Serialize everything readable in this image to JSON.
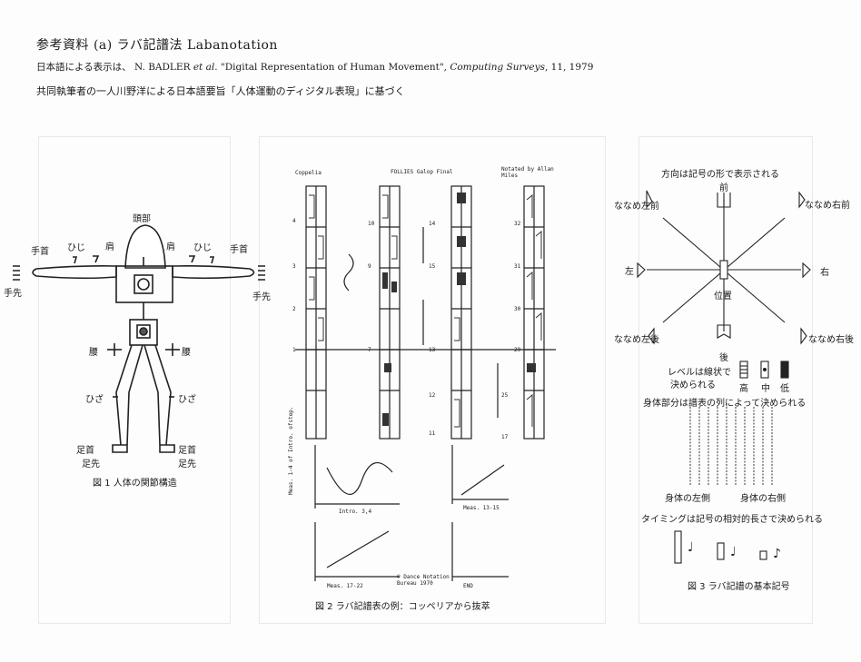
{
  "header": {
    "title": "参考資料 (a)  ラバ記譜法  Labanotation",
    "line2_prefix": "日本語による表示は、 N. BADLER ",
    "line2_etal": "et al.",
    "line2_mid": " \"Digital Representation of Human Movement\", ",
    "line2_journal": "Computing Surveys",
    "line2_suffix": ", 11, 1979",
    "line3": "共同執筆者の一人川野洋による日本語要旨「人体運動のディジタル表現」に基づく"
  },
  "figure1": {
    "caption": "図 1  人体の関節構造",
    "labels": {
      "head": "頭部",
      "wrist_l": "手首",
      "elbow_l": "ひじ",
      "shoulder_l": "肩",
      "shoulder_r": "肩",
      "elbow_r": "ひじ",
      "wrist_r": "手首",
      "hand_l": "手先",
      "hand_r": "手先",
      "hip_l": "腰",
      "hip_r": "腰",
      "knee_l": "ひざ",
      "knee_r": "ひざ",
      "ankle_l": "足首",
      "ankle_r": "足首",
      "foot_l": "足先",
      "foot_r": "足先"
    }
  },
  "figure2": {
    "caption": "図 2  ラバ記譜表の例：コッペリアから抜萃",
    "col_titles": [
      "Coppelia",
      "FOLLIES Galop Final",
      "Notated by Allan Miles"
    ],
    "meas_labels": [
      "Meas. 1-4 of Intro. ofstep.",
      "Intro. 3,4",
      "Meas. 13-15",
      "Meas. 17-22"
    ],
    "credit": "© Dance Notation Bureau 1970",
    "end": "END",
    "numbers": [
      "4",
      "3",
      "2",
      "1",
      "10",
      "9",
      "7",
      "14",
      "15",
      "13",
      "12",
      "11",
      "32",
      "31",
      "30",
      "29",
      "25",
      "17"
    ]
  },
  "figure3": {
    "caption": "図 3  ラバ記譜の基本記号",
    "direction_title": "方向は記号の形で表示される",
    "dir_front": "前",
    "dir_back": "後",
    "dir_left": "左",
    "dir_right": "右",
    "dir_center": "位置",
    "dir_fl": "ななめ左前",
    "dir_fr": "ななめ右前",
    "dir_bl": "ななめ左後",
    "dir_br": "ななめ右後",
    "level_text_1": "レベルは線状で",
    "level_text_2": "決められる",
    "level_high": "高",
    "level_mid": "中",
    "level_low": "低",
    "body_parts_text": "身体部分は譜表の列によって決められる",
    "left_side": "身体の左側",
    "right_side": "身体の右側",
    "timing_text": "タイミングは記号の相対的長さで決められる"
  }
}
